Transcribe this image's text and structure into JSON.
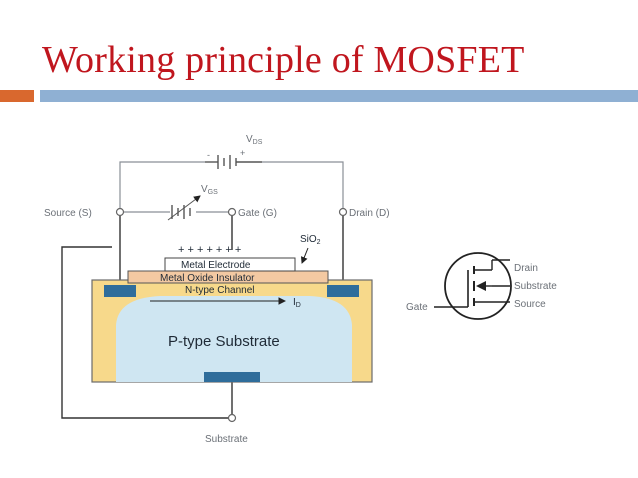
{
  "title": "Working principle of MOSFET",
  "diagram": {
    "source_label": "Source (S)",
    "gate_label": "Gate (G)",
    "drain_label": "Drain (D)",
    "vds_label": "V",
    "vds_sub": "DS",
    "vgs_label": "V",
    "vgs_sub": "GS",
    "sio2_label": "SiO",
    "sio2_sub": "2",
    "metal_electrode": "Metal Electrode",
    "oxide_insulator": "Metal Oxide Insulator",
    "n_channel": "N-type Channel",
    "current_label": "I",
    "current_sub": "D",
    "p_substrate": "P-type Substrate",
    "substrate_label": "Substrate",
    "plus_signs": "+ + + + + + +",
    "symbol": {
      "drain": "Drain",
      "substrate": "Substrate",
      "source": "Source",
      "gate": "Gate"
    },
    "colors": {
      "title": "#c0161e",
      "accent_orange": "#d9682e",
      "accent_blue": "#8fb0d3",
      "substrate_yellow": "#f7d98b",
      "p_region_blue": "#cfe6f2",
      "oxide_tan": "#f3c9a2",
      "contact_blue": "#2f6d9b"
    }
  }
}
